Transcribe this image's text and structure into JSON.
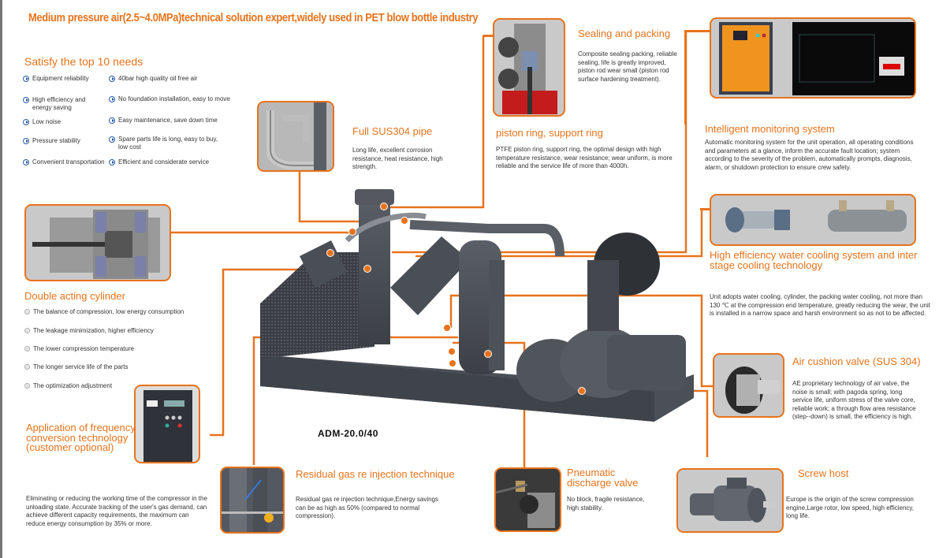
{
  "headline": "Medium pressure air(2.5~4.0MPa)technical solution expert,widely used in PET blow bottle industry",
  "model": "ADM-20.0/40",
  "needs": {
    "title": "Satisfy the top 10 needs",
    "left": [
      "Equipment reliability",
      "High efficiency and energy saving",
      "Low noise",
      "Pressure stability",
      "Convenient transportation"
    ],
    "right": [
      "40bar high quality oil free air",
      "No foundation installation, easy to move",
      "Easy maintenance, save down time",
      "Spare parts life is long, easy to buy, low cost",
      "Efficient and considerate service"
    ]
  },
  "features": {
    "sus304": {
      "title": "Full SUS304 pipe",
      "body": "Long life, excellent corrosion resistance, heat resistance, high strength."
    },
    "sealing": {
      "title": "Sealing and packing",
      "body": "Composite sealing packing, reliable sealing, life is greatly improved, piston rod wear small (piston rod surface hardening treatment)."
    },
    "piston": {
      "title": "piston ring, support ring",
      "body": "PTFE piston ring, support ring, the optimal design with high temperature resistance, wear resistance; wear uniform, is more reliable and the service life of more than 4000h."
    },
    "monitoring": {
      "title": "Intelligent monitoring system",
      "body": "Automatic monitoring system for the unit operation, all operating conditions and parameters at a glance, inform the accurate fault location; system according to the severity of the problem, automatically prompts, diagnosis, alarm, or shutdown protection to ensure crew safety."
    },
    "cooling": {
      "title": "High efficiency water cooling system and inter stage cooling technology",
      "body": "Unit adopts water cooling, cylinder, the packing water cooling, not more than 130 ℃ at the compression end temperature, greatly reducing the wear, the unit is installed in a narrow space and harsh environment so as not to be affected."
    },
    "valve": {
      "title": "Air cushion valve (SUS 304)",
      "body": "AE proprietary technology of air valve, the noise is small; with pagoda spring, long service life, uniform stress of the valve core, reliable work; a through flow area resistance (step--down) is small, the efficiency is high."
    },
    "cylinder": {
      "title": "Double acting cylinder",
      "items": [
        "The balance of compression, low energy consumption",
        "The leakage minimization, higher efficiency",
        "The lower compression temperature",
        "The longer service life of the parts",
        "The optimization adjustment"
      ]
    },
    "frequency": {
      "title": "Application of frequency conversion technology (customer optional)",
      "body": "Eliminating or reducing the working time of the compressor in the unloading state. Accurate tracking of the user's gas demand, can achieve different capacity requirements, the maximum can reduce energy consumption by 35% or more."
    },
    "residual": {
      "title": "Residual gas re injection technique",
      "body": "Residual gas re injection technique,Energy savings can be as high as 50% (compared to normal compression)."
    },
    "pneumatic": {
      "title": "Pneumatic discharge valve",
      "body": "No block, fragile resistance, high stability."
    },
    "screw": {
      "title": "Screw host",
      "body": "Europe is the origin of the screw compression engine,Large rotor, low speed, high efficiency, long life."
    }
  },
  "colors": {
    "accent": "#e8731c",
    "machine": "#4a4e55",
    "card_bg": "#c9c9c9",
    "icon_blue": "#2a5ea8"
  }
}
